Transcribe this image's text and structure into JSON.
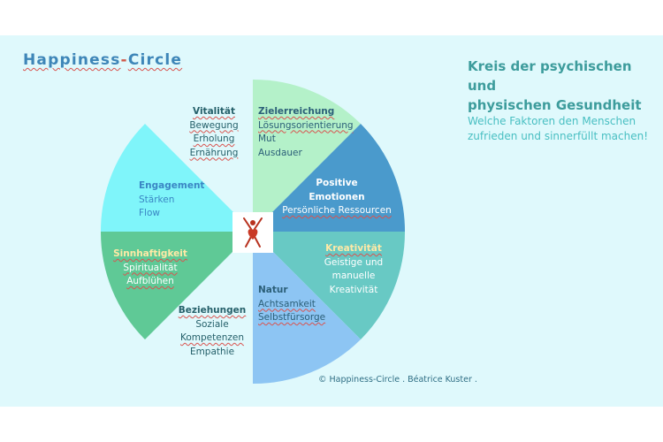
{
  "brand": {
    "part1": "Happiness",
    "dash": "-",
    "part2": "Circle"
  },
  "heading": {
    "line1": "Kreis der psychischen und",
    "line2": "physischen Gesundheit"
  },
  "subheading": {
    "line1": "Welche Faktoren den Menschen",
    "line2": "zufrieden und sinnerfüllt machen!"
  },
  "segments": {
    "zielerreichung": {
      "title": "Zielerreichung",
      "items": [
        "Lösungsorientierung",
        "Mut",
        "Ausdauer"
      ],
      "color": "#b4f1c9"
    },
    "positive": {
      "title1": "Positive",
      "title2": "Emotionen",
      "items": [
        "Persönliche Ressourcen"
      ],
      "color": "#4a9acc"
    },
    "kreativitaet": {
      "title": "Kreativität",
      "items": [
        "Geistige und",
        "manuelle",
        "Kreativität"
      ],
      "color": "#68c9c4"
    },
    "natur": {
      "title": "Natur",
      "items": [
        "Achtsamkeit",
        "Selbstfürsorge"
      ],
      "color": "#8dc5f3"
    },
    "beziehungen": {
      "title": "Beziehungen",
      "items": [
        "Soziale",
        "Kompetenzen",
        "Empathie"
      ]
    },
    "sinnhaftigkeit": {
      "title": "Sinnhaftigkeit",
      "items": [
        "Spiritualität",
        "Aufblühen"
      ],
      "color": "#5fc996"
    },
    "engagement": {
      "title": "Engagement",
      "items": [
        "Stärken",
        "Flow"
      ],
      "color": "#7ff5fa"
    },
    "vitalitaet": {
      "title": "Vitalität",
      "items": [
        "Bewegung",
        "Erholung",
        "Ernährung"
      ]
    }
  },
  "logo_icon": "person-heart-icon",
  "copyright": "© Happiness-Circle . Béatrice Kuster ."
}
